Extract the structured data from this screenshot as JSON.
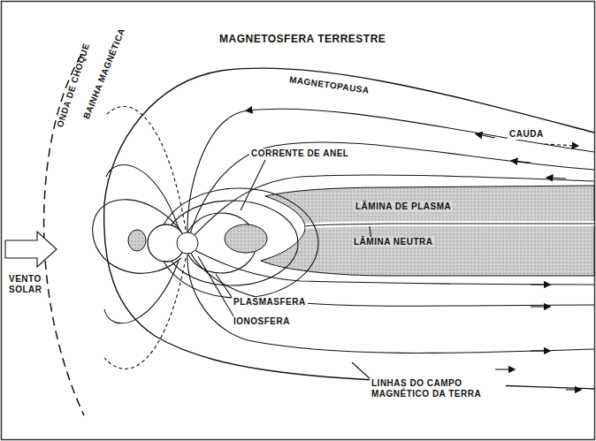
{
  "diagram": {
    "title": "MAGNETOSFERA TERRESTRE",
    "labels": [
      "ONDA DE CHOQUE",
      "BAINHA MAGNÉTICA",
      "MAGNETOPAUSA",
      "CAUDA",
      "CORRENTE DE ANEL",
      "LÂMINA DE PLASMA",
      "LÂMINA NEUTRA",
      "VENTO SOLAR",
      "PLASMASFERA",
      "IONOSFERA",
      "LINHAS DO CAMPO MAGNÉTICO DA TERRA"
    ]
  }
}
